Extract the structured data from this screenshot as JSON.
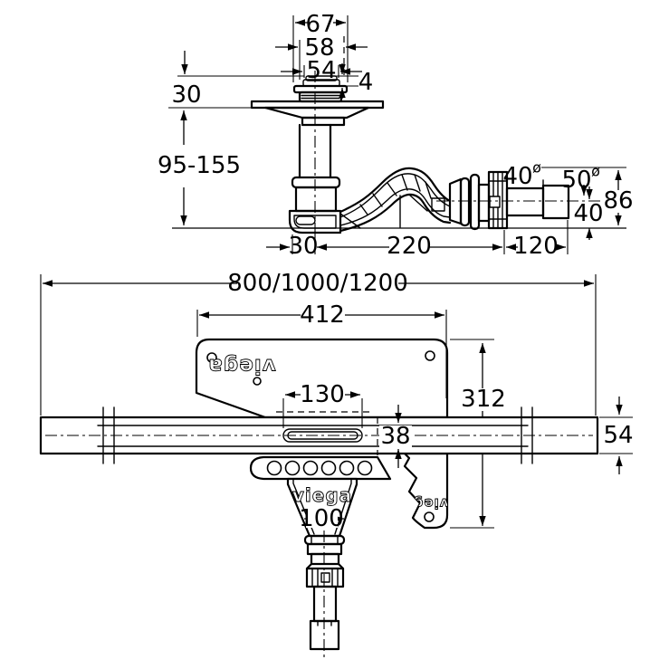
{
  "drawing": {
    "title": "Viega shower channel drain trap - dimensional drawing",
    "brand_label": "viega",
    "diameter_symbol": "ø",
    "colors": {
      "line": "#000000",
      "background": "#ffffff"
    },
    "upper_view": {
      "grate_outer": "67",
      "grate_mid": "58",
      "grate_inner": "54",
      "grate_lip_height": "4",
      "flange_offset": "30",
      "install_depth_range": "95-155",
      "outlet_pipe_diameter": "40",
      "connector_diameter": "50",
      "outlet_height": "86",
      "outlet_axis_height": "40",
      "body_offset": "30",
      "body_length": "220",
      "outlet_length": "120"
    },
    "lower_view": {
      "channel_lengths": "800/1000/1200",
      "plate_width": "412",
      "plate_height": "312",
      "slot_length": "130",
      "channel_inner_height": "38",
      "channel_outer_height": "54",
      "funnel_width": "100"
    }
  }
}
